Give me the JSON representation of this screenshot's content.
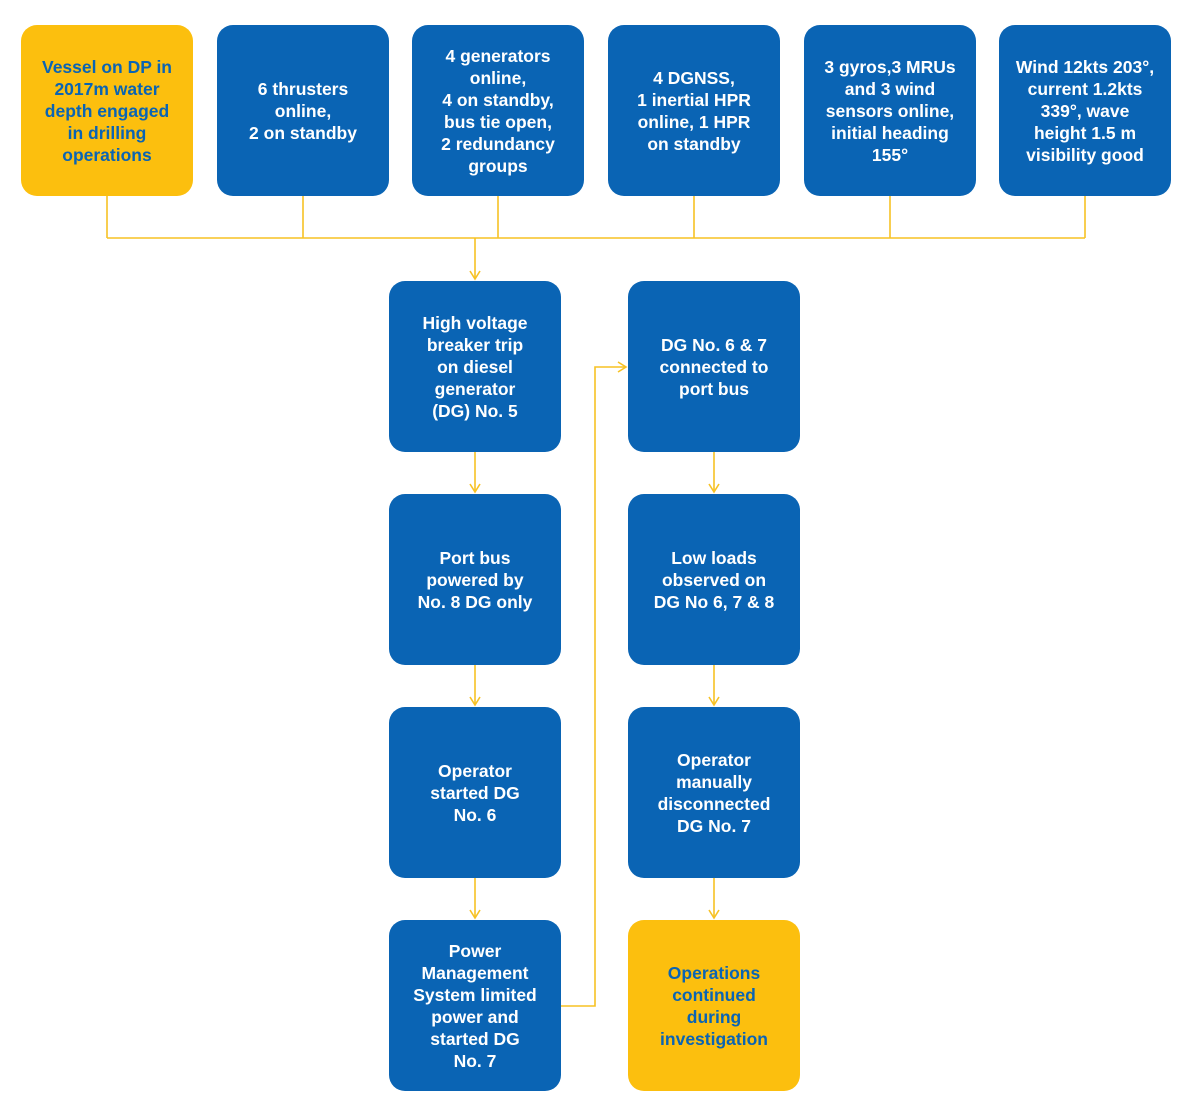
{
  "colors": {
    "blue_box": "#0a64b4",
    "yellow_box": "#fcbf0e",
    "connector": "#f7c224"
  },
  "top_row": [
    {
      "text": "Vessel on DP in\n2017m water\ndepth engaged\nin drilling\noperations",
      "style": "yellow"
    },
    {
      "text": "6 thrusters\nonline,\n2 on standby",
      "style": "blue"
    },
    {
      "text": "4 generators\nonline,\n4 on standby,\nbus tie open,\n2 redundancy\ngroups",
      "style": "blue"
    },
    {
      "text": "4 DGNSS,\n1 inertial HPR\nonline, 1 HPR\non standby",
      "style": "blue"
    },
    {
      "text": "3 gyros,3 MRUs\nand 3 wind\nsensors online,\ninitial heading\n155°",
      "style": "blue"
    },
    {
      "text": "Wind 12kts 203°,\ncurrent 1.2kts\n339°, wave\nheight 1.5 m\nvisibility good",
      "style": "blue"
    }
  ],
  "left_column": [
    {
      "text": "High voltage\nbreaker trip\non diesel\ngenerator\n(DG) No. 5",
      "style": "blue"
    },
    {
      "text": "Port bus\npowered by\nNo. 8 DG only",
      "style": "blue"
    },
    {
      "text": "Operator\nstarted DG\nNo. 6",
      "style": "blue"
    },
    {
      "text": "Power\nManagement\nSystem limited\npower and\nstarted DG\nNo. 7",
      "style": "blue"
    }
  ],
  "right_column": [
    {
      "text": "DG No. 6 & 7\nconnected to\nport bus",
      "style": "blue"
    },
    {
      "text": "Low loads\nobserved on\nDG No 6, 7 & 8",
      "style": "blue"
    },
    {
      "text": "Operator\nmanually\ndisconnected\nDG No. 7",
      "style": "blue"
    },
    {
      "text": "Operations\ncontinued\nduring\ninvestigation",
      "style": "yellow"
    }
  ]
}
